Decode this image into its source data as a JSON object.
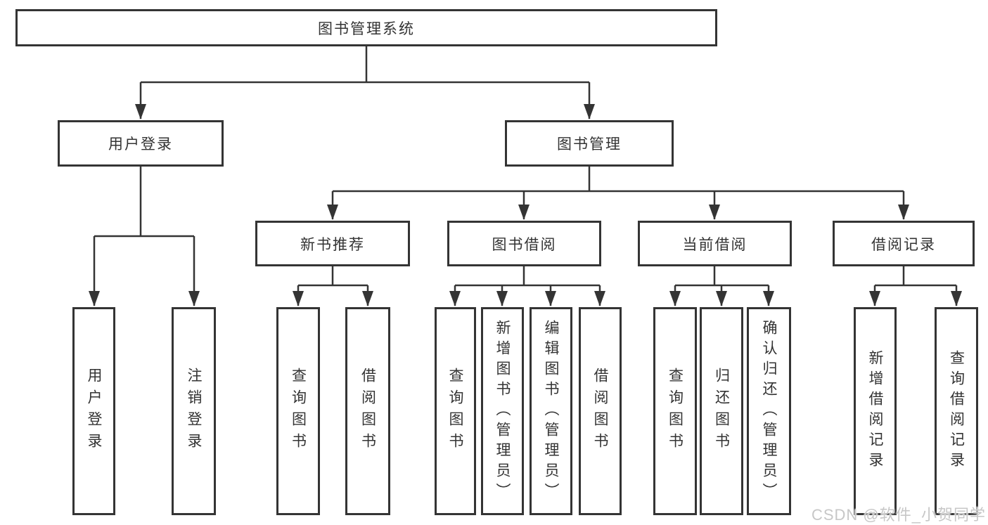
{
  "nodes": {
    "root": "图书管理系统",
    "user_login": "用户登录",
    "book_mgmt": "图书管理",
    "new_books": "新书推荐",
    "book_borrow": "图书借阅",
    "current_borrow": "当前借阅",
    "borrow_records": "借阅记录",
    "leaf_user_login": "用户登录",
    "leaf_logout": "注销登录",
    "leaf_nb_query": "查询图书",
    "leaf_nb_borrow": "借阅图书",
    "leaf_bb_query": "查询图书",
    "leaf_bb_add": "新增图书（管理员）",
    "leaf_bb_edit": "编辑图书（管理员）",
    "leaf_bb_borrow": "借阅图书",
    "leaf_cb_query": "查询图书",
    "leaf_cb_return": "归还图书",
    "leaf_cb_confirm": "确认归还（管理员）",
    "leaf_br_add": "新增借阅记录",
    "leaf_br_query": "查询借阅记录"
  },
  "structure": {
    "图书管理系统": [
      "用户登录",
      "图书管理"
    ],
    "用户登录": [
      "用户登录",
      "注销登录"
    ],
    "图书管理": [
      "新书推荐",
      "图书借阅",
      "当前借阅",
      "借阅记录"
    ],
    "新书推荐": [
      "查询图书",
      "借阅图书"
    ],
    "图书借阅": [
      "查询图书",
      "新增图书（管理员）",
      "编辑图书（管理员）",
      "借阅图书"
    ],
    "当前借阅": [
      "查询图书",
      "归还图书",
      "确认归还（管理员）"
    ],
    "借阅记录": [
      "新增借阅记录",
      "查询借阅记录"
    ]
  },
  "watermark": "CSDN @软件_小贺同学",
  "colors": {
    "line": "#343434",
    "border": "#343434",
    "text": "#333333",
    "watermark": "#c7c7c7",
    "background": "#ffffff"
  }
}
